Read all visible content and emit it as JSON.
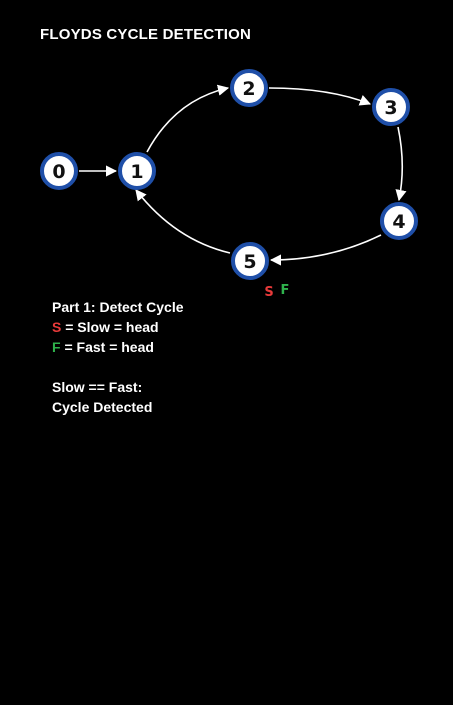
{
  "title": "FLOYDS CYCLE DETECTION",
  "colors": {
    "node_fill": "#ffffff",
    "node_ring": "#1f4fa8",
    "edge": "#ffffff",
    "slow": "#e83a3a",
    "fast": "#2fb24c",
    "background": "#000000"
  },
  "nodes": [
    {
      "id": "n0",
      "label": "0"
    },
    {
      "id": "n1",
      "label": "1"
    },
    {
      "id": "n2",
      "label": "2"
    },
    {
      "id": "n3",
      "label": "3"
    },
    {
      "id": "n4",
      "label": "4"
    },
    {
      "id": "n5",
      "label": "5"
    }
  ],
  "edges": [
    {
      "from": "0",
      "to": "1"
    },
    {
      "from": "1",
      "to": "2"
    },
    {
      "from": "2",
      "to": "3"
    },
    {
      "from": "3",
      "to": "4"
    },
    {
      "from": "4",
      "to": "5"
    },
    {
      "from": "5",
      "to": "1"
    }
  ],
  "pointers": {
    "slow": {
      "letter": "S",
      "at_node": "5"
    },
    "fast": {
      "letter": "F",
      "at_node": "5"
    }
  },
  "notes": {
    "heading": "Part 1: Detect Cycle",
    "slow_letter": "S",
    "slow_text": " = Slow = head",
    "fast_letter": "F",
    "fast_text": " = Fast = head",
    "condition": "Slow == Fast:",
    "result": "Cycle Detected"
  }
}
